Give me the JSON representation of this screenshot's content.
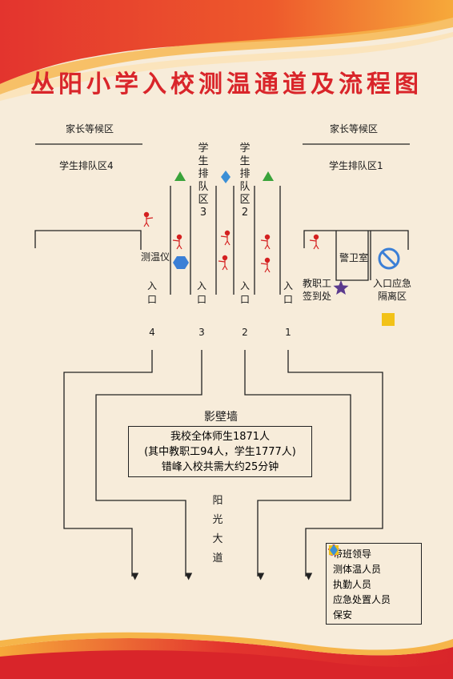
{
  "title": "丛阳小学入校测温通道及流程图",
  "zones": {
    "parent_left": "家长等候区",
    "parent_right": "家长等候区",
    "queue_left": "学生排队区4",
    "queue_right": "学生排队区1",
    "queue_3": "学生排队区3",
    "queue_2": "学生排队区2"
  },
  "labels": {
    "thermometer": "测温仪",
    "guard_room": "警卫室",
    "staff_signin": "教职工签到处",
    "isolation": "入口应急隔离区",
    "screen_wall": "影壁墙",
    "road": "阳光大道"
  },
  "entrances": [
    {
      "word": "入口",
      "num": "4"
    },
    {
      "word": "入口",
      "num": "3"
    },
    {
      "word": "入口",
      "num": "2"
    },
    {
      "word": "入口",
      "num": "1"
    }
  ],
  "info": {
    "line1": "我校全体师生1871人",
    "line2": "(其中教职工94人，学生1777人)",
    "line3": "错峰入校共需大约25分钟"
  },
  "legend": [
    {
      "icon": "star-icon",
      "label": "带班领导",
      "color": "#5b3a8e"
    },
    {
      "icon": "thermometer-person-icon",
      "label": "测体温人员",
      "color": "#d42020"
    },
    {
      "icon": "triangle-icon",
      "label": "执勤人员",
      "color": "#3aa33a"
    },
    {
      "icon": "square-icon",
      "label": "应急处置人员",
      "color": "#f2c218"
    },
    {
      "icon": "diamond-icon",
      "label": "保安",
      "color": "#3b8fd6"
    }
  ],
  "colors": {
    "title": "#d9252a",
    "banner_red": "#d9252a",
    "banner_orange": "#f29a2e",
    "background": "#f7ecda",
    "line": "#222222",
    "hexagon": "#3b7fd6",
    "no_entry": "#3b7fd6"
  }
}
